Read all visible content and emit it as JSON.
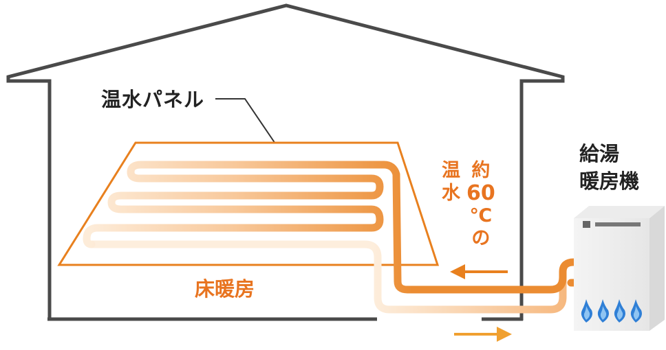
{
  "labels": {
    "panel": "温水パネル",
    "floor_heating": "床暖房",
    "boiler_line1": "給湯",
    "boiler_line2": "暖房機",
    "hot_water_chars": [
      "温",
      "水"
    ],
    "temp_chars": [
      "約",
      "60",
      "℃",
      "の"
    ]
  },
  "colors": {
    "house_outline": "#4a4a4a",
    "panel_outline": "#e8801e",
    "hot_water": "#e8801e",
    "cool_water": "#fbe6d0",
    "label_orange": "#e87420",
    "flame": "#2f7fd6"
  },
  "icons": [
    "flame-icon",
    "arrow-left-icon",
    "arrow-right-icon"
  ]
}
